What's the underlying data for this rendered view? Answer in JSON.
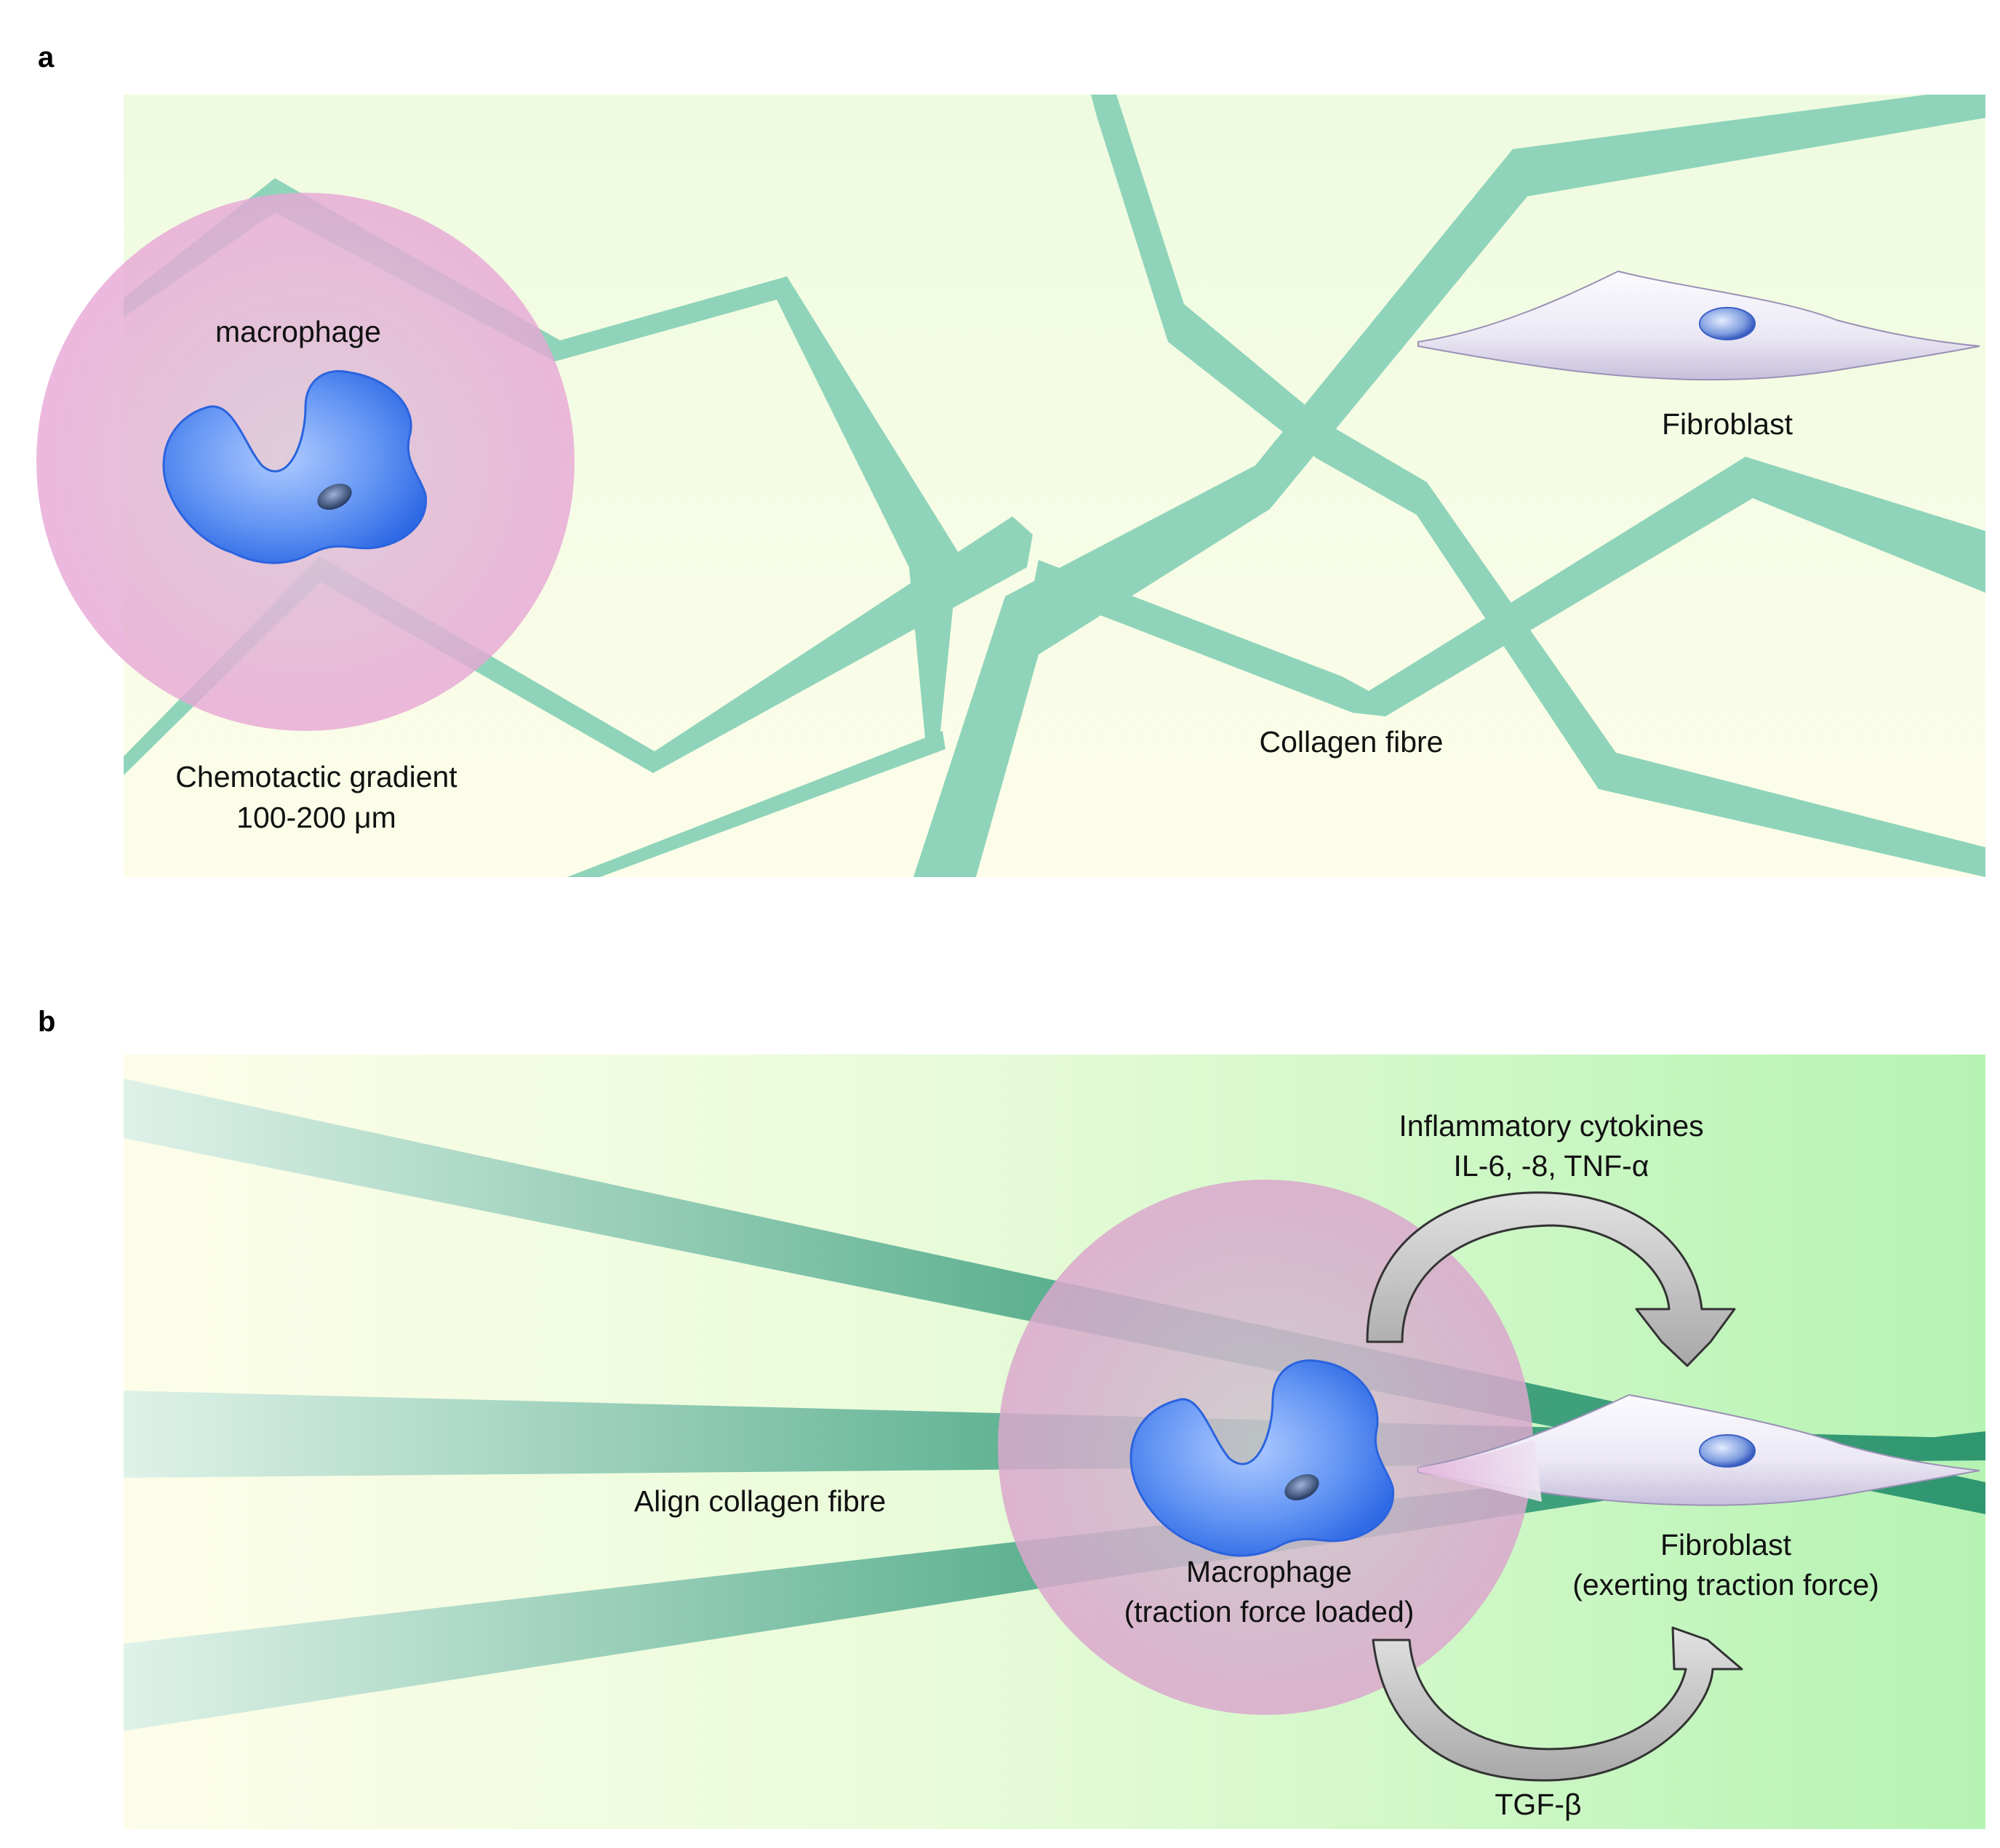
{
  "panel_a": {
    "letter": "a",
    "macrophage_label": "macrophage",
    "gradient_label_line1": "Chemotactic gradient",
    "gradient_label_line2": "100-200 μm",
    "collagen_label": "Collagen fibre",
    "fibroblast_label": "Fibroblast"
  },
  "panel_b": {
    "letter": "b",
    "cytokines_line1": "Inflammatory cytokines",
    "cytokines_line2": "IL-6, -8, TNF-α",
    "align_label": "Align collagen fibre",
    "macrophage_line1": "Macrophage",
    "macrophage_line2": "(traction force loaded)",
    "fibroblast_line1": "Fibroblast",
    "fibroblast_line2": "(exerting traction force)",
    "tgf_label": "TGF-β"
  },
  "colors": {
    "fibre": "#8fd4ba",
    "fibre_dark": "#4fa585",
    "macrophage": "#3f7fef",
    "halo": "#e0a4cf",
    "fibroblast": "#e6e2f2",
    "bg_a": "#f1fbe6",
    "bg_b": "#b7f2b5",
    "arrow": "#bdbdbd"
  }
}
